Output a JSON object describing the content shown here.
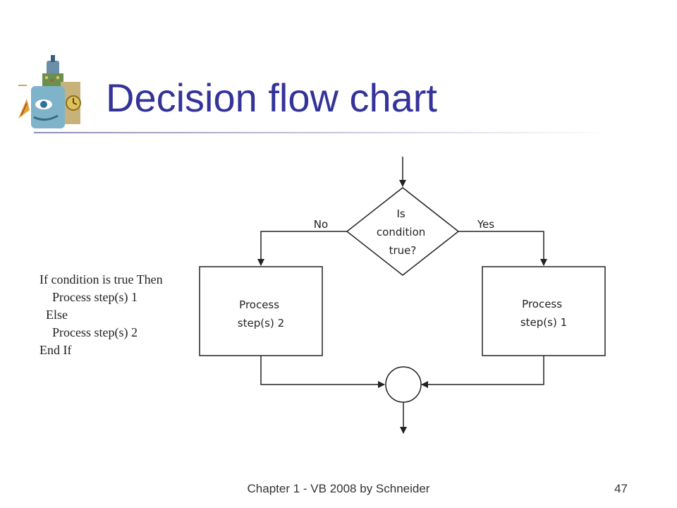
{
  "slide": {
    "title": "Decision flow chart",
    "footer": "Chapter 1 - VB 2008 by Schneider",
    "page_number": "47"
  },
  "pseudocode": [
    "If condition is true Then",
    "    Process step(s) 1",
    "  Else",
    "    Process step(s) 2",
    "End If"
  ],
  "flowchart": {
    "decision": [
      "Is",
      "condition",
      "true?"
    ],
    "no_label": "No",
    "yes_label": "Yes",
    "left_process": [
      "Process",
      "step(s) 2"
    ],
    "right_process": [
      "Process",
      "step(s) 1"
    ]
  },
  "colors": {
    "title": "#333399",
    "lines": "#222222"
  }
}
